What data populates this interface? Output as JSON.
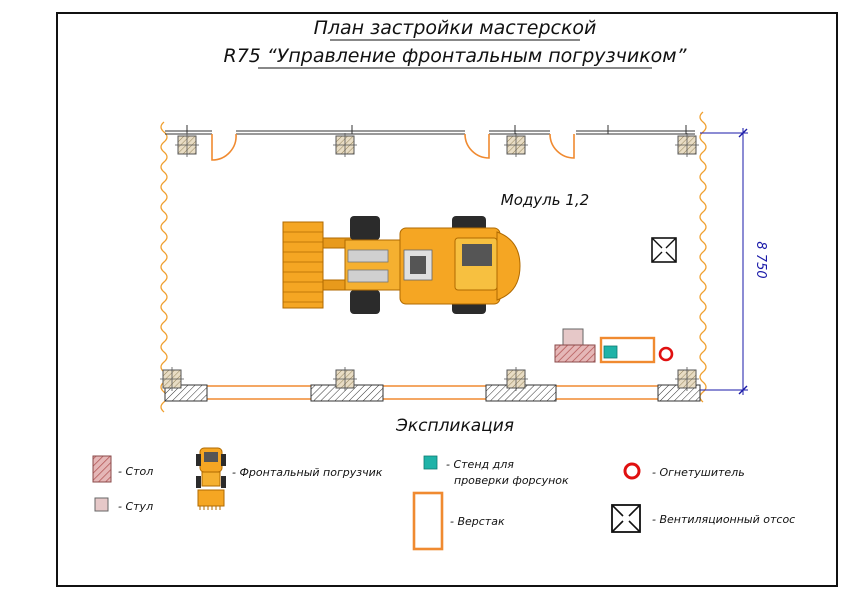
{
  "title": {
    "line1": "План застройки мастерской",
    "line2": "R75 “Управление фронтальным погрузчиком”"
  },
  "plan": {
    "module_label": "Модуль 1,2",
    "dimension_label": "8 750"
  },
  "legend": {
    "heading": "Экспликация",
    "items": {
      "table": "- Стол",
      "chair": "- Стул",
      "loader": "- Фронтальный погрузчик",
      "stand_line1": "- Стенд для",
      "stand_line2": "проверки форсунок",
      "workbench": "- Верстак",
      "extinguisher": "- Огнетушитель",
      "ventilation": "- Вентиляционный отсос"
    }
  },
  "colors": {
    "wall": "#3a3a3a",
    "door": "#f08a30",
    "dimension": "#1a1aa8",
    "loader_body": "#f5a623",
    "loader_dark": "#c77800",
    "workbench": "#f08a30",
    "stand": "#1fb3a8",
    "table": "#d9a0a0",
    "extinguisher": "#e01010",
    "curtain": "#f0a030"
  }
}
